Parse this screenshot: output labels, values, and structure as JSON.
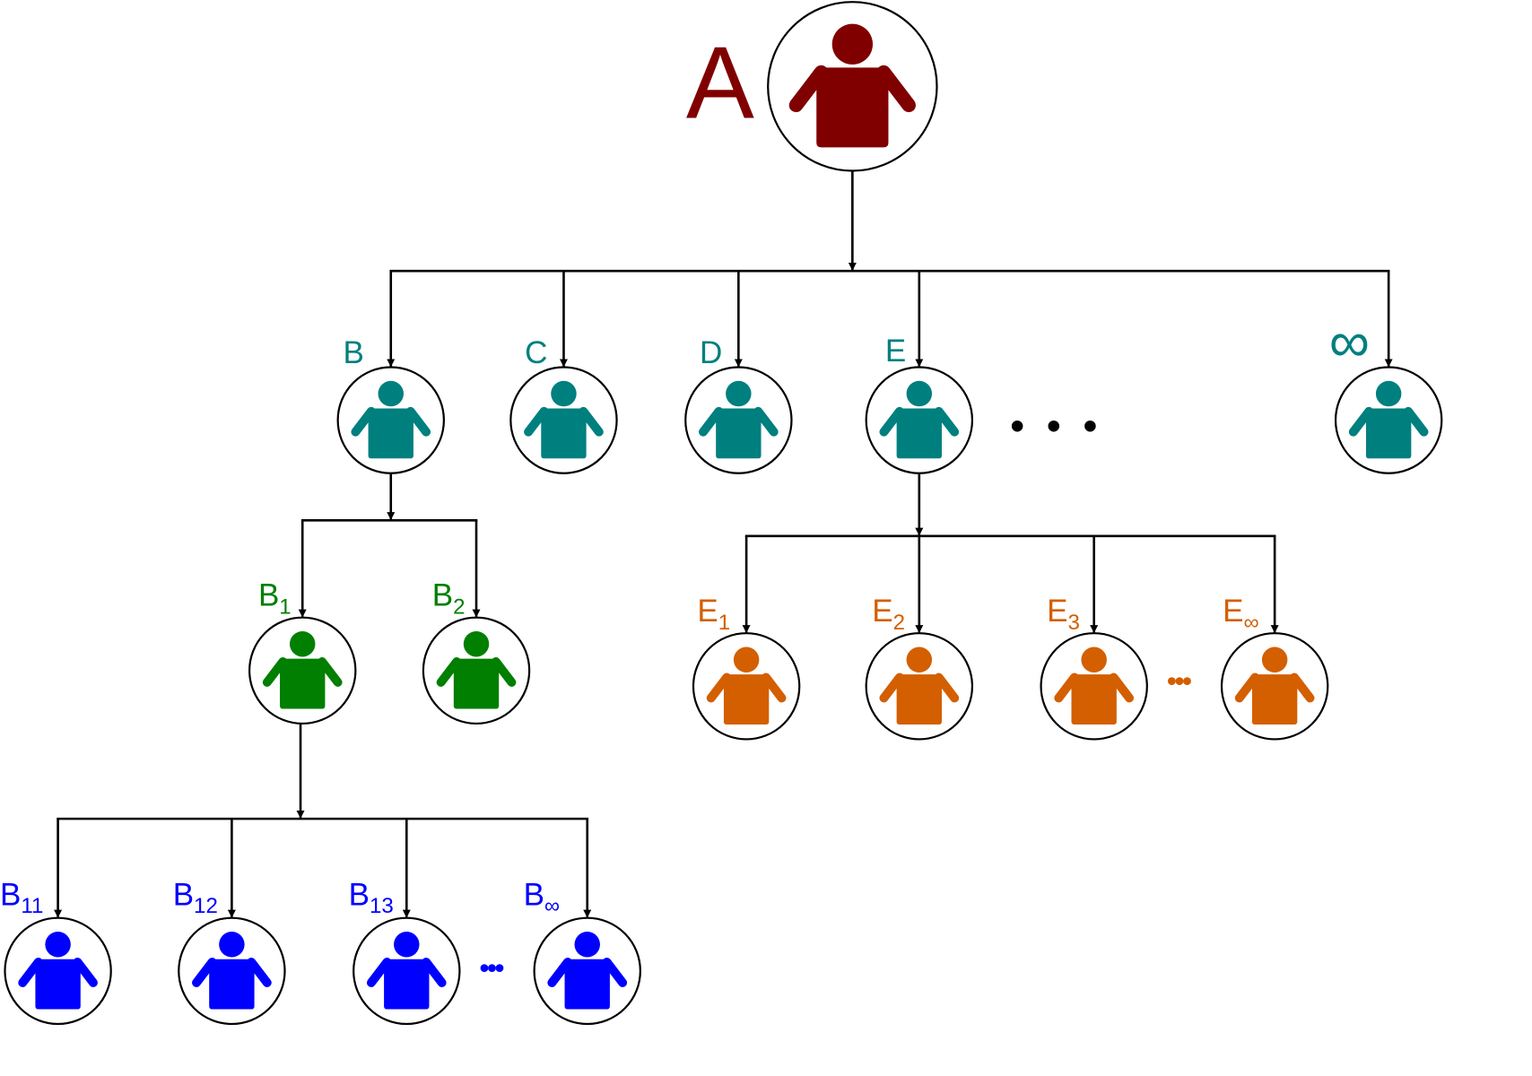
{
  "colors": {
    "root": "#800000",
    "level1": "#007f7f",
    "b_children": "#007f00",
    "b1_children": "#0000ff",
    "e_children": "#d35f00",
    "line": "#000000"
  },
  "nodes": [
    {
      "id": "A",
      "label": "A",
      "sub": "",
      "color": "root"
    },
    {
      "id": "B",
      "label": "B",
      "sub": "",
      "color": "level1"
    },
    {
      "id": "C",
      "label": "C",
      "sub": "",
      "color": "level1"
    },
    {
      "id": "D",
      "label": "D",
      "sub": "",
      "color": "level1"
    },
    {
      "id": "E",
      "label": "E",
      "sub": "",
      "color": "level1"
    },
    {
      "id": "INF",
      "label": "∞",
      "sub": "",
      "color": "level1"
    },
    {
      "id": "B1",
      "label": "B",
      "sub": "1",
      "color": "b_children"
    },
    {
      "id": "B2",
      "label": "B",
      "sub": "2",
      "color": "b_children"
    },
    {
      "id": "E1",
      "label": "E",
      "sub": "1",
      "color": "e_children"
    },
    {
      "id": "E2",
      "label": "E",
      "sub": "2",
      "color": "e_children"
    },
    {
      "id": "E3",
      "label": "E",
      "sub": "3",
      "color": "e_children"
    },
    {
      "id": "Einf",
      "label": "E",
      "sub": "∞",
      "color": "e_children"
    },
    {
      "id": "B11",
      "label": "B",
      "sub": "11",
      "color": "b1_children"
    },
    {
      "id": "B12",
      "label": "B",
      "sub": "12",
      "color": "b1_children"
    },
    {
      "id": "B13",
      "label": "B",
      "sub": "13",
      "color": "b1_children"
    },
    {
      "id": "Binf",
      "label": "B",
      "sub": "∞",
      "color": "b1_children"
    }
  ],
  "edges": [
    {
      "from": "A",
      "to": [
        "B",
        "C",
        "D",
        "E",
        "INF"
      ]
    },
    {
      "from": "B",
      "to": [
        "B1",
        "B2"
      ]
    },
    {
      "from": "E",
      "to": [
        "E1",
        "E2",
        "E3",
        "Einf"
      ]
    },
    {
      "from": "B1",
      "to": [
        "B11",
        "B12",
        "B13",
        "Binf"
      ]
    }
  ],
  "ellipses": [
    {
      "id": "level1-ellipsis",
      "text": "• • •",
      "color": "line"
    },
    {
      "id": "e-ellipsis",
      "text": "•••",
      "color": "e_children"
    },
    {
      "id": "b1-ellipsis",
      "text": "•••",
      "color": "b1_children"
    }
  ]
}
